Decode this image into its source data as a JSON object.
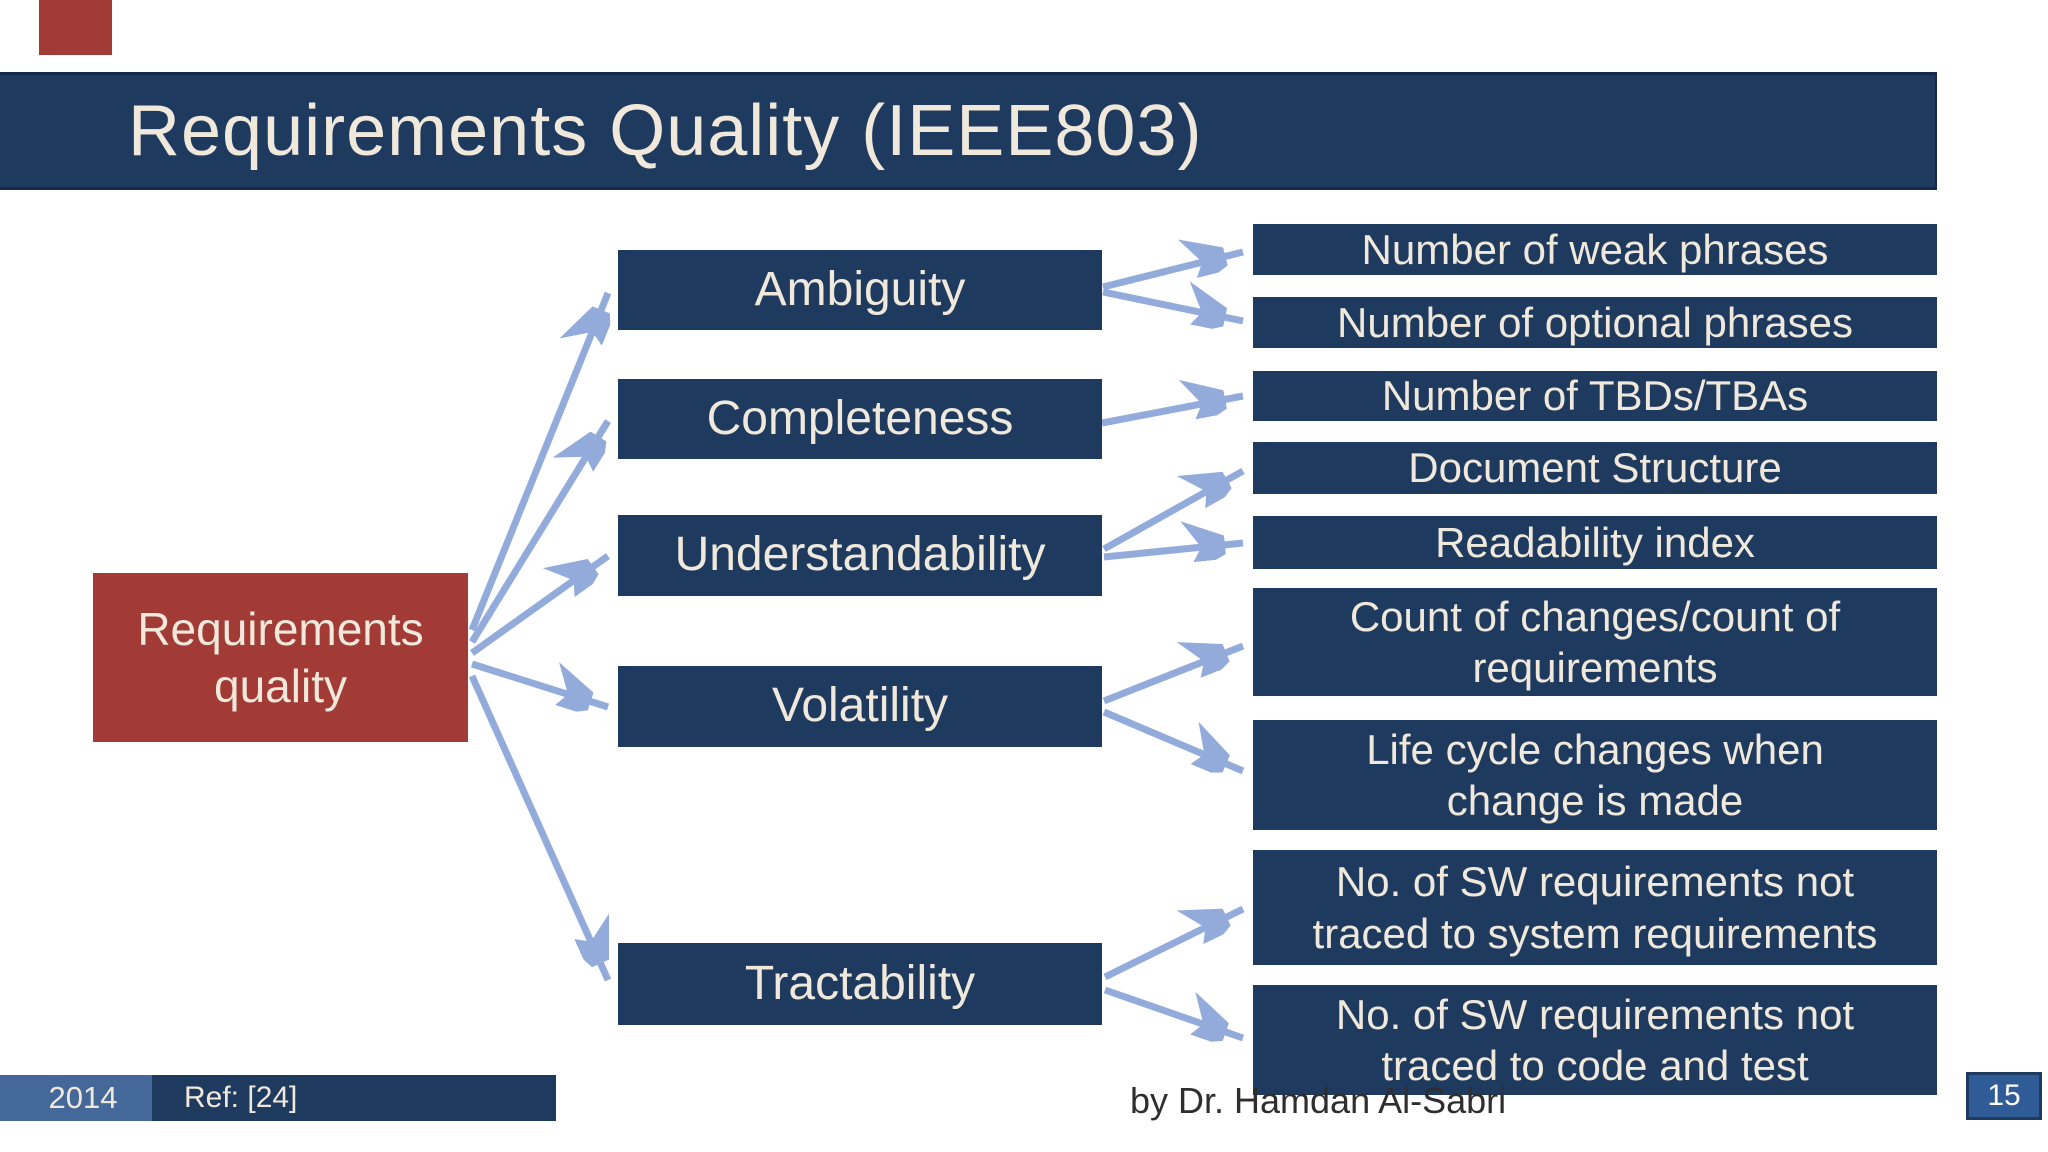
{
  "slide": {
    "title": "Requirements Quality (IEEE803)",
    "root": {
      "label": "Requirements quality"
    },
    "categories": [
      {
        "label": "Ambiguity",
        "metrics": [
          "Number of weak phrases",
          "Number of optional phrases"
        ]
      },
      {
        "label": "Completeness",
        "metrics": [
          "Number of TBDs/TBAs"
        ]
      },
      {
        "label": "Understandability",
        "metrics": [
          "Document Structure",
          "Readability index"
        ]
      },
      {
        "label": "Volatility",
        "metrics": [
          "Count of changes/count of requirements",
          "Life cycle changes when change is made"
        ]
      },
      {
        "label": "Tractability",
        "metrics": [
          "No. of SW requirements not traced to system requirements",
          "No. of SW requirements not traced to code and test"
        ]
      }
    ],
    "footer": {
      "year": "2014",
      "reference": "Ref: [24]",
      "author": "by Dr. Hamdan Al-Sabri",
      "page": "15"
    },
    "colors": {
      "navy": "#1F3A5F",
      "red": "#A23B36",
      "cream": "#F0E9DB",
      "arrow": "#92ABDB",
      "footer_light_blue": "#45689A",
      "page_box_blue": "#2F5C97"
    }
  }
}
